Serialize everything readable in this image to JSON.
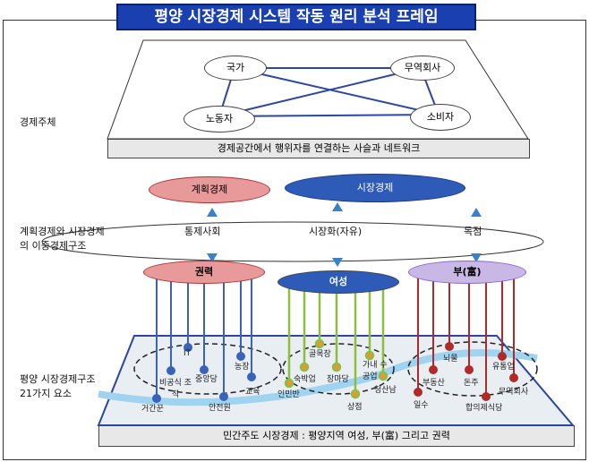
{
  "title": "평양 시장경제 시스템 작동 원리 분석 프레임",
  "left_labels": {
    "actors": "경제주체",
    "dual": "계획경제와 시장경제\n의 이중경제구조",
    "elements": "평양 시장경제구조\n21가지 요소"
  },
  "actors": [
    "국가",
    "무역회사",
    "노동자",
    "소비자"
  ],
  "network_caption": "경제공간에서 행위자를 연결하는 사슬과 네트워크",
  "economies": {
    "planned": "계획경제",
    "market": "시장경제"
  },
  "transitions": [
    "통제사회",
    "시장화(자유)",
    "독점"
  ],
  "forces": {
    "power": "권력",
    "women": "여성",
    "wealth": "부(富)"
  },
  "blue_elements": [
    "IT",
    "농장",
    "비공식 조직",
    "중앙당",
    "교육",
    "거간꾼",
    "안전원"
  ],
  "green_elements": [
    "골목장",
    "가내 수공업",
    "숙박업",
    "장마당",
    "인민반",
    "청산남",
    "상점"
  ],
  "red_elements": [
    "뇌물",
    "유통업",
    "부동산",
    "돈주",
    "무역회사",
    "일수",
    "합의제식당"
  ],
  "bottom_caption": "민간주도 시장경제 : 평양지역 여성, 부(富) 그리고 권력",
  "colors": {
    "blue": "#3a63b8",
    "green": "#8cbf3f",
    "red": "#b02a2a",
    "orange": "#f0923a"
  }
}
